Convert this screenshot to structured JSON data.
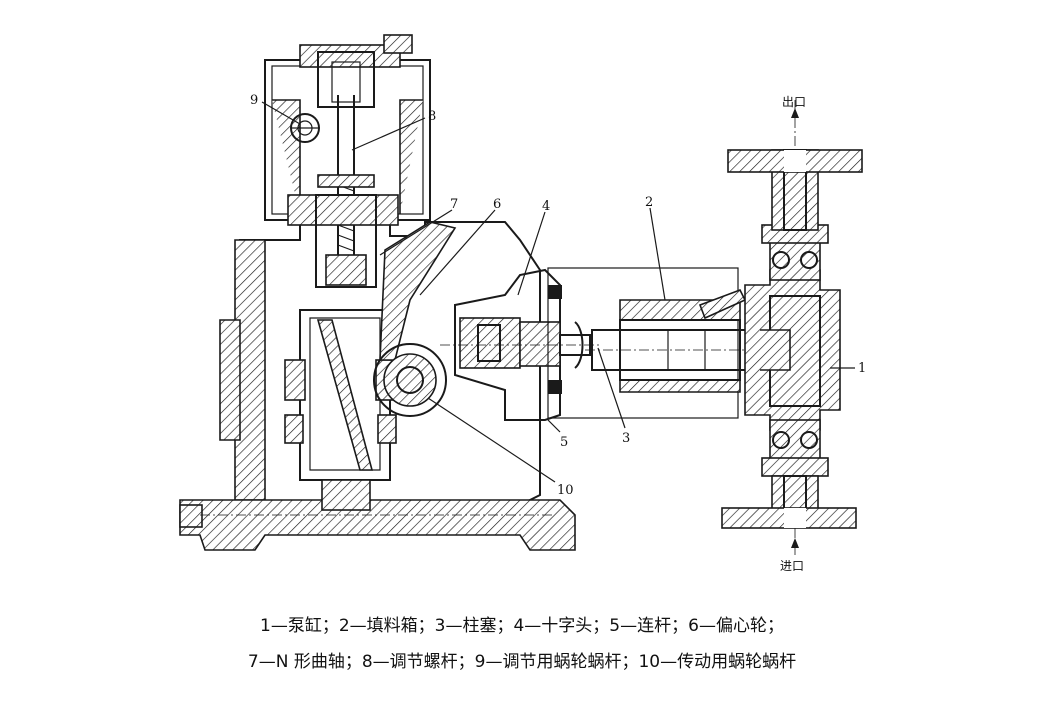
{
  "labels": {
    "l1": "1",
    "l2": "2",
    "l3": "3",
    "l4": "4",
    "l5": "5",
    "l6": "6",
    "l7": "7",
    "l8": "8",
    "l9": "9",
    "l10": "10"
  },
  "ports": {
    "outlet": "出口",
    "inlet": "进口"
  },
  "caption": {
    "line1": "1—泵缸；2—填料箱；3—柱塞；4—十字头；5—连杆；6—偏心轮；",
    "line2": "7—N 形曲轴；8—调节螺杆；9—调节用蜗轮蜗杆；10—传动用蜗轮蜗杆"
  },
  "colors": {
    "ink": "#1a1a1a",
    "background": "#ffffff"
  }
}
